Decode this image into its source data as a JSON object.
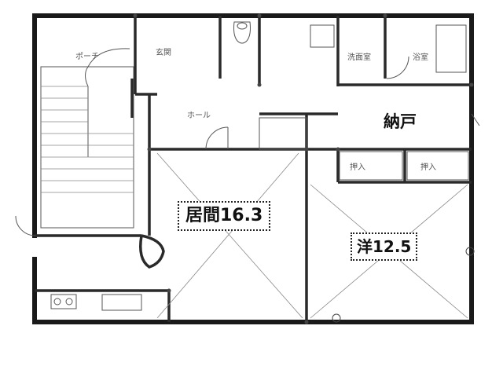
{
  "rooms": {
    "living": "居間16.3",
    "western": "洋12.5",
    "storage": "納戸"
  },
  "handwritten": {
    "porch": "ポーチ",
    "entrance": "玄関",
    "washroom": "洗面室",
    "bath": "浴室",
    "hall": "ホール",
    "closet": "押入",
    "closet_2": "押入"
  }
}
